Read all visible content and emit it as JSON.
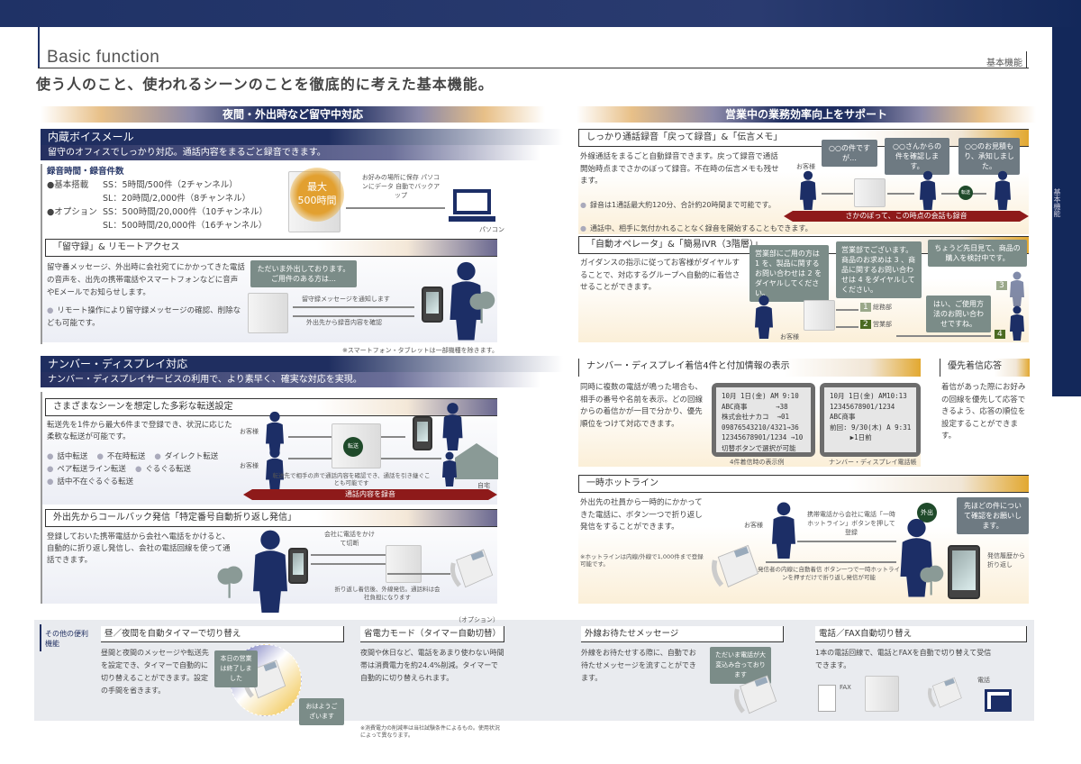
{
  "header": {
    "title": "Basic function",
    "tag": "基本機能",
    "subtitle": "使う人のこと、使われるシーンのことを徹底的に考えた基本機能。",
    "side_label": "基本機能"
  },
  "left": {
    "banner": "夜間・外出時など留守中対応",
    "voicemail": {
      "title": "内蔵ボイスメール",
      "subtitle": "留守のオフィスでしっかり対応。通話内容をまるごと録音できます。",
      "spec_title": "録音時間・録音件数",
      "specs": [
        {
          "label": "●基本搭載",
          "lines": [
            "SS：5時間/500件（2チャンネル）",
            "SL：20時間/2,000件（8チャンネル）"
          ]
        },
        {
          "label": "●オプション",
          "lines": [
            "SS：500時間/20,000件（10チャンネル）",
            "SL：500時間/20,000件（16チャンネル）"
          ]
        }
      ],
      "badge": [
        "最大",
        "500時間"
      ],
      "arrow_label": "お好みの場所に保存 パソコンにデータ 自動でバックアップ",
      "pc_label": "パソコン"
    },
    "remote": {
      "title": "「留守録」& リモートアクセス",
      "body": "留守番メッセージ、外出時に会社宛てにかかってきた電話の音声を、出先の携帯電話やスマートフォンなどに音声やEメールでお知らせします。",
      "bullet": "リモート操作により留守録メッセージの確認、削除なども可能です。",
      "bubble": "ただいま外出しております。ご用件のある方は…",
      "arrow1": "留守録メッセージを通知します",
      "arrow2": "外出先から録音内容を確認",
      "footnote": "※スマートフォン・タブレットは一部機種を除きます。"
    },
    "nd": {
      "title": "ナンバー・ディスプレイ対応",
      "subtitle": "ナンバー・ディスプレイサービスの利用で、より素早く、確実な対応を実現。",
      "transfer": {
        "title": "さまざまなシーンを想定した多彩な転送設定",
        "body": "転送先を1件から最大6件まで登録でき、状況に応じた柔軟な転送が可能です。",
        "options": [
          "話中転送",
          "不在時転送",
          "ダイレクト転送",
          "ペア転送ライン転送",
          "ぐるぐる転送",
          "話中不在ぐるぐる転送"
        ],
        "caller1": "お客様",
        "caller2": "お客様",
        "badge": "転送",
        "note": "転送先で相手の声で通話内容を確認でき、通話を引き継ぐことも可能です",
        "home": "自宅",
        "red": "通話内容を録音"
      },
      "callback": {
        "title": "外出先からコールバック発信「特定番号自動折り返し発信」",
        "body": "登録しておいた携帯電話から会社へ電話をかけると、自動的に折り返し発信し、会社の電話回線を使って通話できます。",
        "label1": "会社に電話をかけて切断",
        "label2": "折り返し着信後、外線発信。通話料は会社負担になります"
      }
    }
  },
  "right": {
    "banner": "営業中の業務効率向上をサポート",
    "record": {
      "title": "しっかり通話録音「戻って録音」&「伝言メモ」",
      "body": "外線通話をまるごと自動録音できます。戻って録音で通話開始時点までさかのぼって録音。不在時の伝言メモも残せます。",
      "bullets": [
        "録音は1通話最大約120分、合計約20時間まで可能です。",
        "通話中、相手に気付かれることなく録音を開始することもできます。"
      ],
      "caller": "お客様",
      "bubbles": [
        "○○の件ですが…",
        "○○さんからの件を確認します。",
        "○○のお見積もり、承知しました。"
      ],
      "badge": "転送",
      "red": "さかのぼって、この時点の会話も録音"
    },
    "ivr": {
      "title": "「自動オペレータ」&「簡易IVR（3階層）」",
      "body": "ガイダンスの指示に従ってお客様がダイヤルすることで、対応するグループへ自動的に着信させることができます。",
      "caller": "お客様",
      "bubble1": "営業部にご用の方は 1 を、製品に関するお問い合わせは 2 をダイヤルしてください。",
      "bubble2": "営業部でございます。商品のお求めは 3 、商品に関するお問い合わせは 4 をダイヤルしてください。",
      "bubble3": "ちょうど先日見て、商品の購入を検討中です。",
      "bubble4": "はい、ご使用方法のお問い合わせですね。",
      "routes": [
        {
          "num": "1",
          "label": "総務部"
        },
        {
          "num": "2",
          "label": "営業部"
        },
        {
          "num": "3",
          "label": ""
        },
        {
          "num": "4",
          "label": ""
        }
      ]
    },
    "nd4": {
      "title": "ナンバー・ディスプレイ着信4件と付加情報の表示",
      "body": "同時に複数の電話が鳴った場合も、相手の番号や名前を表示。どの回線からの着信かが一目で分かり、優先順位をつけて対応できます。",
      "lcd1": [
        "10月 1日(金) AM 9:10",
        "ABC商事       →38",
        "株式会社ナカコ  →01",
        "09876543210/4321→36",
        "12345678901/1234 →10",
        "切替ボタンで選択が可能"
      ],
      "lcd2": [
        "10月 1日(金) AM10:13",
        "12345678901/1234",
        "ABC商事",
        "前回: 9/30(木) A 9:31",
        "     ▶1日前"
      ],
      "cap1": "4件着信時の表示例",
      "cap2": "ナンバー・ディスプレイ電話帳"
    },
    "priority": {
      "title": "優先着信応答",
      "body": "着信があった際にお好みの回線を優先して応答できるよう、応答の順位を設定することができます。"
    },
    "hotline": {
      "title": "一時ホットライン",
      "body": "外出先の社員から一時的にかかってきた電話に、ボタン一つで折り返し発信をすることができます。",
      "note": "※ホットラインは内線/外線で1,000件まで登録可能です。",
      "caller": "お客様",
      "badge": "外出",
      "arrow1": "携帯電話から会社に電話「一時ホットライン」ボタンを押して登録",
      "arrow2": "発信者の内線に自動着信 ボタン一つで一時ホットラインを押すだけで折り返し発信が可能",
      "bubble": "先ほどの件について確認をお願いします。",
      "side": "発信履歴から折り返し"
    }
  },
  "others": {
    "label": "その他の便利機能",
    "cards": [
      {
        "title": "昼／夜間を自動タイマーで切り替え",
        "body": "昼間と夜間のメッセージや転送先を設定でき、タイマーで自動的に切り替えることができます。設定の手間を省きます。",
        "bubble1": "本日の営業は終了しました",
        "bubble2": "おはようございます"
      },
      {
        "title": "省電力モード（タイマー自動切替）",
        "tag": "（オプション）",
        "body": "夜間や休日など、電話をあまり使わない時間帯は消費電力を約24.4%削減。タイマーで自動的に切り替えられます。",
        "footnote": "※消費電力の削減率は当社試験条件によるもの。使用状況によって異なります。"
      },
      {
        "title": "外線お待たせメッセージ",
        "body": "外線をお待たせする際に、自動でお待たせメッセージを流すことができます。",
        "bubble": "ただいま電話が大変込み合っております"
      },
      {
        "title": "電話／FAX自動切り替え",
        "body": "1本の電話回線で、電話とFAXを自動で切り替えて受信できます。",
        "fax": "FAX",
        "tel": "電話"
      }
    ]
  }
}
